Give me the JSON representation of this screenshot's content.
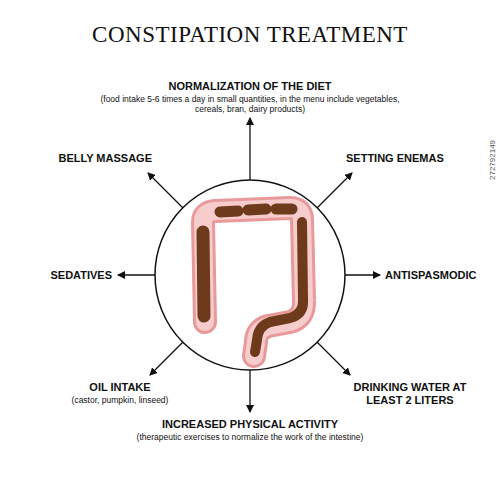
{
  "diagram": {
    "title": "CONSTIPATION TREATMENT",
    "labels": [
      "NORMALIZATION OF THE DIET",
      "(food intake 5-6 times a day in small quantities, in the menu include vegetables, cereals, bran, dairy products)",
      "SETTING ENEMAS",
      "ANTISPASMODIC",
      "DRINKING WATER AT LEAST 2 LITERS",
      "INCREASED PHYSICAL ACTIVITY",
      "(therapeutic exercises to normalize the work of the intestine)",
      "OIL INTAKE",
      "(castor, pumpkin, linseed)",
      "SEDATIVES",
      "BELLY MASSAGE",
      "272792149"
    ]
  }
}
